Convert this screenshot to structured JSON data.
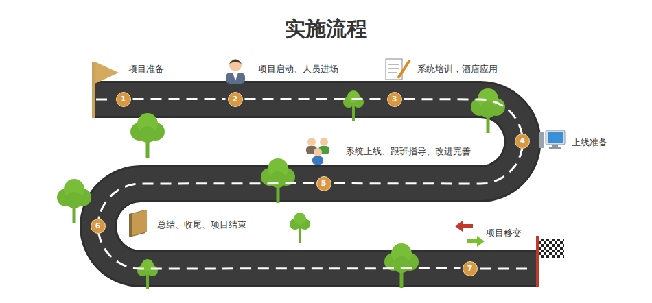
{
  "diagram": {
    "title": "实施流程",
    "nodes": [
      {
        "text": [
          "1",
          "项目准备"
        ]
      },
      {
        "text": [
          "2",
          "项目启动、人员进场"
        ]
      },
      {
        "text": [
          "3",
          "系统培训，酒店应用"
        ]
      },
      {
        "text": [
          "4",
          "上线准备"
        ]
      },
      {
        "text": [
          "5",
          "系统上线、跟班指导、改进完善"
        ]
      },
      {
        "text": [
          "6",
          "总结、收尾、项目结束"
        ]
      },
      {
        "text": [
          "7",
          "项目移交"
        ]
      }
    ],
    "edges": [
      {
        "from": 0,
        "to": 1,
        "arrow": "none"
      },
      {
        "from": 1,
        "to": 2,
        "arrow": "none"
      },
      {
        "from": 2,
        "to": 3,
        "arrow": "none"
      },
      {
        "from": 3,
        "to": 4,
        "arrow": "none"
      },
      {
        "from": 4,
        "to": 5,
        "arrow": "none"
      },
      {
        "from": 5,
        "to": 6,
        "arrow": "none"
      }
    ]
  }
}
